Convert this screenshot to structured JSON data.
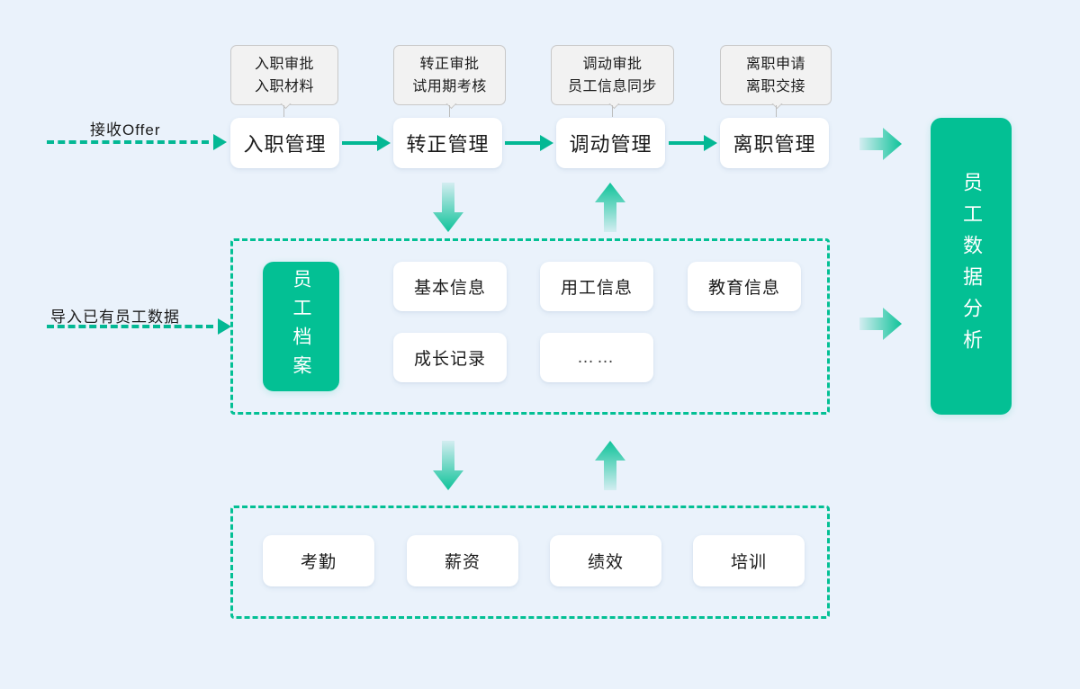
{
  "canvas": {
    "background_color": "#eaf2fb",
    "accent_green": "#03c094",
    "arrow_green": "#03b894",
    "box_white": "#ffffff",
    "callout_gray": "#f2f2f2",
    "callout_border": "#c8c8c8"
  },
  "entries": [
    {
      "label": "接收Offer"
    },
    {
      "label": "导入已有员工数据"
    }
  ],
  "lifecycle": {
    "stages": [
      {
        "title": "入职管理",
        "callout": [
          "入职审批",
          "入职材料"
        ]
      },
      {
        "title": "转正管理",
        "callout": [
          "转正审批",
          "试用期考核"
        ]
      },
      {
        "title": "调动管理",
        "callout": [
          "调动审批",
          "员工信息同步"
        ]
      },
      {
        "title": "离职管理",
        "callout": [
          "离职申请",
          "离职交接"
        ]
      }
    ]
  },
  "archive": {
    "panel_label": "员工档案",
    "fields": [
      {
        "label": "基本信息"
      },
      {
        "label": "用工信息"
      },
      {
        "label": "教育信息"
      },
      {
        "label": "成长记录"
      },
      {
        "label": "……"
      }
    ]
  },
  "modules": {
    "items": [
      {
        "label": "考勤"
      },
      {
        "label": "薪资"
      },
      {
        "label": "绩效"
      },
      {
        "label": "培训"
      }
    ]
  },
  "analysis": {
    "label": "员工数据分析"
  },
  "icons": {
    "arrow_right": "arrow-right-icon",
    "arrow_down": "arrow-down-icon",
    "arrow_up": "arrow-up-icon",
    "arrow_dashed_right": "arrow-dashed-right-icon",
    "arrow_fat_right": "arrow-fat-right-icon"
  }
}
